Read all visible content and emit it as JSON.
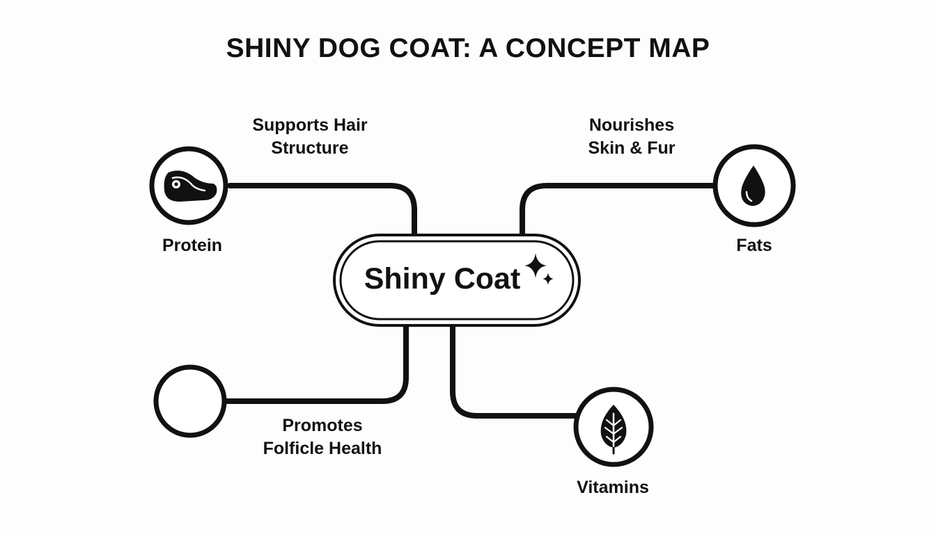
{
  "title": "SHINY DOG COAT: A CONCEPT MAP",
  "center": {
    "label": "Shiny Coat",
    "icon": "sparkle-icon"
  },
  "nodes": [
    {
      "id": "protein",
      "label": "Protein",
      "icon": "meat-steak-icon",
      "relation": "Supports Hair\nStructure"
    },
    {
      "id": "fats",
      "label": "Fats",
      "icon": "water-drop-icon",
      "relation": "Nourishes\nSkin & Fur"
    },
    {
      "id": "unnamed",
      "label": "",
      "icon": "",
      "relation": "Promotes\nFolficle Health"
    },
    {
      "id": "vitamins",
      "label": "Vitamins",
      "icon": "leaf-icon",
      "relation": ""
    }
  ],
  "colors": {
    "background": "#fdfdfd",
    "stroke": "#111111"
  }
}
